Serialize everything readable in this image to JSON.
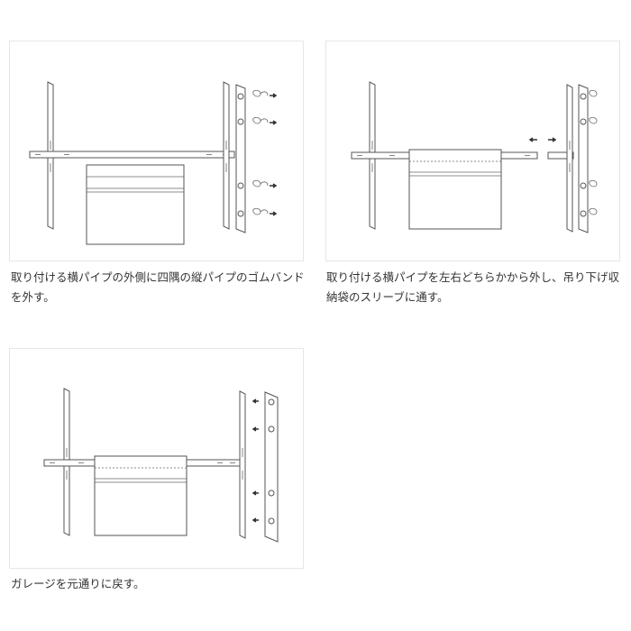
{
  "steps": [
    {
      "caption": "取り付ける横パイプの外側に四隅の縦パイプのゴムバンドを外す。"
    },
    {
      "caption": "取り付ける横パイプを左右どちらかから外し、吊り下げ収納袋のスリーブに通す。"
    },
    {
      "caption": "ガレージを元通りに戻す。"
    }
  ],
  "colors": {
    "line": "#555555",
    "border": "#e6e6e6",
    "text": "#333333"
  },
  "icons": [
    "rubber-band-icon",
    "arrow-right-icon",
    "arrow-left-icon",
    "double-arrow-icon"
  ]
}
